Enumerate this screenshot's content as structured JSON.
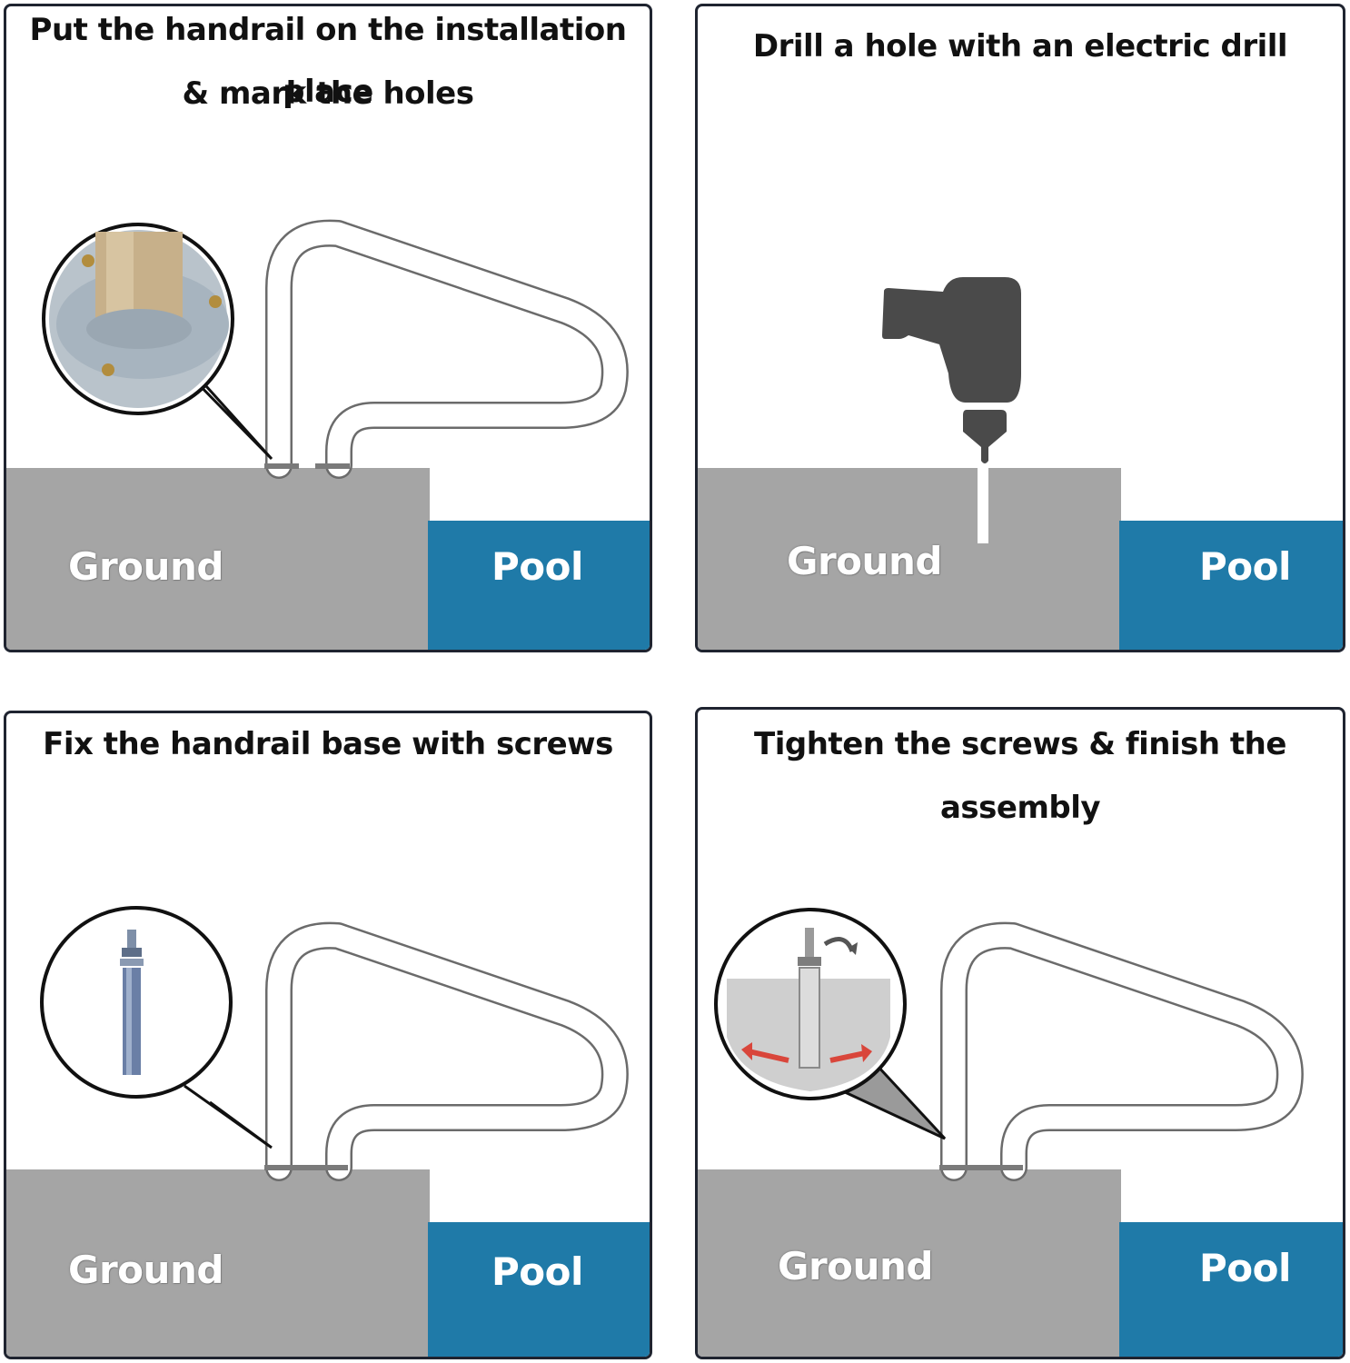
{
  "panels": [
    {
      "title_lines": [
        "Put the handrail on the installation place",
        "& mark the holes"
      ],
      "ground_label": "Ground",
      "pool_label": "Pool",
      "callout_icon": "handrail-base-photo-icon"
    },
    {
      "title_lines": [
        "Drill a hole with an electric drill"
      ],
      "ground_label": "Ground",
      "pool_label": "Pool",
      "callout_icon": "electric-drill-icon"
    },
    {
      "title_lines": [
        "Fix the handrail base with screws"
      ],
      "ground_label": "Ground",
      "pool_label": "Pool",
      "callout_icon": "expansion-bolt-icon"
    },
    {
      "title_lines": [
        "Tighten the screws & finish the",
        "assembly"
      ],
      "ground_label": "Ground",
      "pool_label": "Pool",
      "callout_icon": "expanded-anchor-icon"
    }
  ],
  "colors": {
    "ground": "#a5a5a5",
    "pool": "#1f7aa8",
    "border": "#1f2430",
    "drill": "#4a4a4a"
  }
}
